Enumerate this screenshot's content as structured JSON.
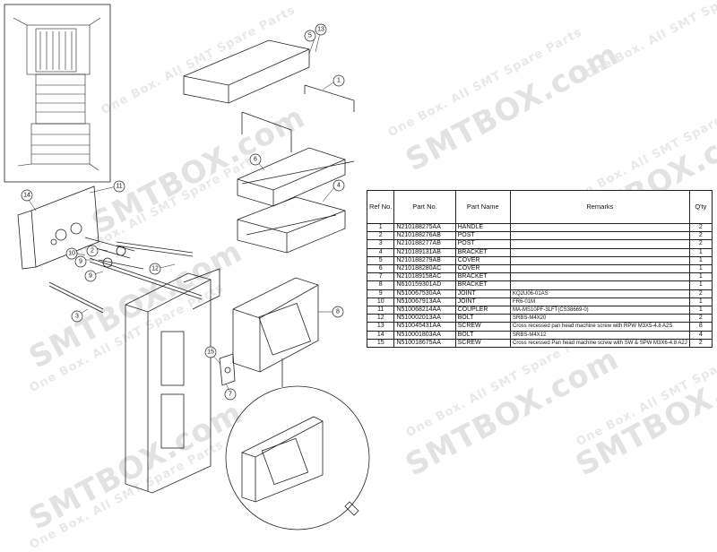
{
  "watermarks": {
    "brand": "SMTBOX.com",
    "tagline": "One Box. All SMT Spare Parts"
  },
  "callouts": [
    "1",
    "2",
    "3",
    "4",
    "5",
    "6",
    "7",
    "8",
    "9",
    "10",
    "11",
    "12",
    "13",
    "14",
    "15"
  ],
  "table": {
    "headers": {
      "ref": "Ref No.",
      "part_no": "Part No.",
      "part_name": "Part Name",
      "remarks": "Remarks",
      "qty": "Q'ty"
    },
    "rows": [
      {
        "ref": "1",
        "part_no": "N210188275AA",
        "part_name": "HANDLE",
        "remarks": "",
        "qty": "2"
      },
      {
        "ref": "2",
        "part_no": "N210188276AB",
        "part_name": "POST",
        "remarks": "",
        "qty": "2"
      },
      {
        "ref": "3",
        "part_no": "N210188277AB",
        "part_name": "POST",
        "remarks": "",
        "qty": "2"
      },
      {
        "ref": "4",
        "part_no": "N210189131AB",
        "part_name": "BRACKET",
        "remarks": "",
        "qty": "1"
      },
      {
        "ref": "5",
        "part_no": "N210188279AB",
        "part_name": "COVER",
        "remarks": "",
        "qty": "1"
      },
      {
        "ref": "6",
        "part_no": "N210188280AC",
        "part_name": "COVER",
        "remarks": "",
        "qty": "1"
      },
      {
        "ref": "7",
        "part_no": "N210189158AC",
        "part_name": "BRACKET",
        "remarks": "",
        "qty": "1"
      },
      {
        "ref": "8",
        "part_no": "N610159301AD",
        "part_name": "BRACKET",
        "remarks": "",
        "qty": "1"
      },
      {
        "ref": "9",
        "part_no": "N510067530AA",
        "part_name": "JOINT",
        "remarks": "KQ2U06-01AS",
        "qty": "2"
      },
      {
        "ref": "10",
        "part_no": "N510067913AA",
        "part_name": "JOINT",
        "remarks": "FR6-01M",
        "qty": "1"
      },
      {
        "ref": "11",
        "part_no": "N510068214AA",
        "part_name": "COUPLER",
        "remarks": "MA-MS10PF-3LFT(CS38669-0)",
        "qty": "1"
      },
      {
        "ref": "12",
        "part_no": "N510002013AA",
        "part_name": "BOLT",
        "remarks": "SRBS-M4X20",
        "qty": "2"
      },
      {
        "ref": "13",
        "part_no": "N510045431AA",
        "part_name": "SCREW",
        "remarks": "Cross recessed pan head machine screw with RPW M3X5-4.8 A2S",
        "qty": "8"
      },
      {
        "ref": "14",
        "part_no": "N510001803AA",
        "part_name": "BOLT",
        "remarks": "SRBS-M4X12",
        "qty": "4"
      },
      {
        "ref": "15",
        "part_no": "N510018675AA",
        "part_name": "SCREW",
        "remarks": "Cross recessed Pan head machine screw with SW & SPW M3X6-4.8 A2J",
        "qty": "2"
      }
    ]
  }
}
